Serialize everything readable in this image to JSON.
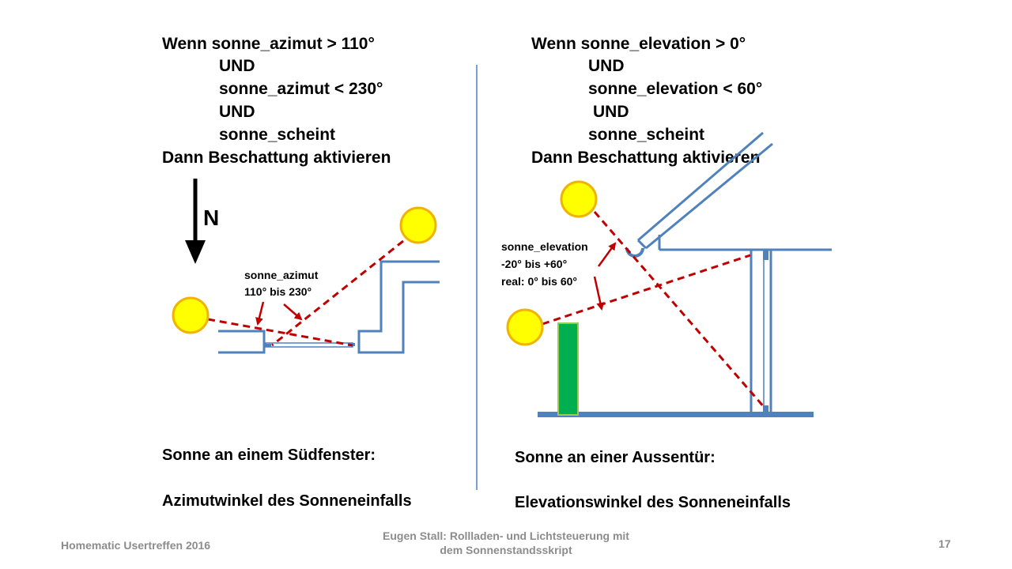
{
  "left_condition": {
    "lines": [
      "Wenn sonne_azimut > 110°",
      "UND",
      "sonne_azimut < 230°",
      "UND",
      "sonne_scheint",
      "Dann Beschattung  aktivieren"
    ]
  },
  "right_condition": {
    "lines": [
      "Wenn sonne_elevation > 0°",
      "UND",
      "sonne_elevation  < 60°",
      "UND",
      "sonne_scheint",
      "Dann Beschattung  aktivieren"
    ]
  },
  "left_diagram": {
    "north_label": "N",
    "azimut_label_1": "sonne_azimut",
    "azimut_label_2": "110° bis 230°"
  },
  "right_diagram": {
    "elevation_label_1": "sonne_elevation",
    "elevation_label_2": "-20° bis +60°",
    "elevation_label_3": "real: 0° bis 60°"
  },
  "captions": {
    "left_title": "Sonne an einem Südfenster:",
    "left_subtitle": "Azimutwinkel des Sonneneinfalls",
    "right_title": "Sonne an einer Aussentür:",
    "right_subtitle": "Elevationswinkel des Sonneneinfalls"
  },
  "footer": {
    "left": "Homematic Usertreffen  2016",
    "center_line1": "Eugen Stall:  Rollladen- und Lichtsteuerung mit",
    "center_line2": "dem Sonnenstandsskript",
    "page_number": "17"
  },
  "colors": {
    "sun_fill": "#ffff00",
    "sun_stroke": "#f0b400",
    "ray": "#c00000",
    "wall": "#4f81bd",
    "green_block": "#00b050",
    "divider": "#4f81bd"
  }
}
